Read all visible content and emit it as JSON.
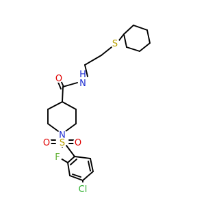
{
  "structure": {
    "atoms": {
      "sulfur_thioether": {
        "symbol": "S",
        "color": "#b8a000"
      },
      "amide_nitrogen": {
        "symbol": "N",
        "color": "#1c2bd0"
      },
      "hydrogen_amide": {
        "symbol": "H",
        "color": "#1c2bd0"
      },
      "carbonyl_oxygen": {
        "symbol": "O",
        "color": "#e00000"
      },
      "piperidine_nitrogen": {
        "symbol": "N",
        "color": "#1c2bd0"
      },
      "sulfonyl_sulfur": {
        "symbol": "S",
        "color": "#b8a000"
      },
      "sulfonyl_oxygen_left": {
        "symbol": "O",
        "color": "#e00000"
      },
      "sulfonyl_oxygen_right": {
        "symbol": "O",
        "color": "#e00000"
      },
      "fluorine": {
        "symbol": "F",
        "color": "#5fb030"
      },
      "chlorine": {
        "symbol": "Cl",
        "color": "#2fb030"
      }
    },
    "bond_color": "#000000"
  }
}
